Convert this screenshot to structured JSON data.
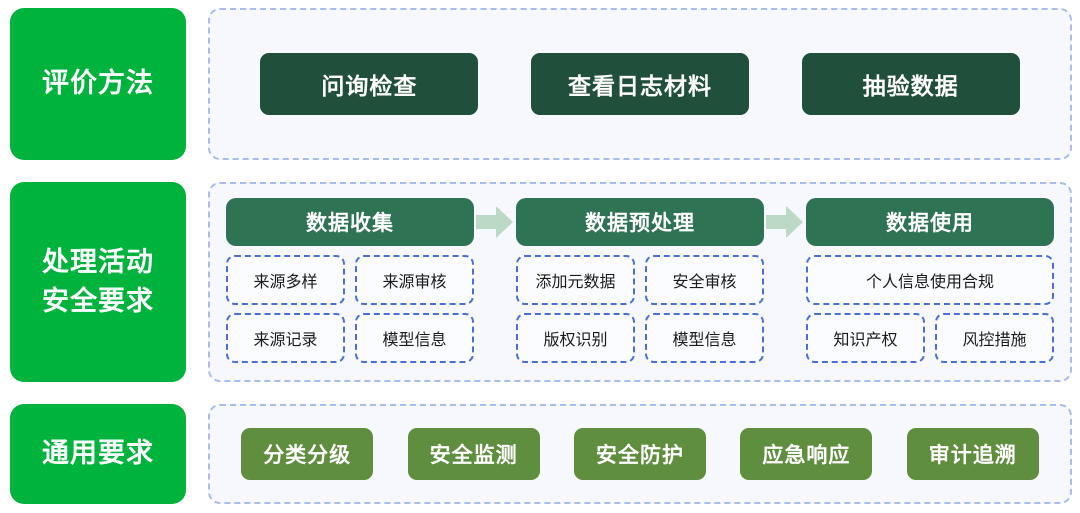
{
  "colors": {
    "label_green": "#00b33c",
    "chip_dark_green": "#20503c",
    "group_header_green": "#2f7355",
    "general_chip_green": "#5f8e3e",
    "arrow_green": "#bcd9c6",
    "panel_bg": "#f6f8fd",
    "panel_dash_border": "#a9bdea",
    "sub_chip_border": "#4a6fd6"
  },
  "rows": [
    {
      "id": "methods",
      "label_lines": [
        "评价方法"
      ],
      "chips": [
        {
          "label": "问询检查"
        },
        {
          "label": "查看日志材料"
        },
        {
          "label": "抽验数据"
        }
      ]
    },
    {
      "id": "processing",
      "label_lines": [
        "处理活动",
        "安全要求"
      ],
      "groups": [
        {
          "header": "数据收集",
          "items": [
            {
              "label": "来源多样",
              "span": "half"
            },
            {
              "label": "来源审核",
              "span": "half"
            },
            {
              "label": "来源记录",
              "span": "half"
            },
            {
              "label": "模型信息",
              "span": "half"
            }
          ]
        },
        {
          "header": "数据预处理",
          "items": [
            {
              "label": "添加元数据",
              "span": "half"
            },
            {
              "label": "安全审核",
              "span": "half"
            },
            {
              "label": "版权识别",
              "span": "half"
            },
            {
              "label": "模型信息",
              "span": "half"
            }
          ]
        },
        {
          "header": "数据使用",
          "items": [
            {
              "label": "个人信息使用合规",
              "span": "full"
            },
            {
              "label": "知识产权",
              "span": "half"
            },
            {
              "label": "风控措施",
              "span": "half"
            }
          ]
        }
      ],
      "arrows": 2
    },
    {
      "id": "general",
      "label_lines": [
        "通用要求"
      ],
      "chips": [
        {
          "label": "分类分级"
        },
        {
          "label": "安全监测"
        },
        {
          "label": "安全防护"
        },
        {
          "label": "应急响应"
        },
        {
          "label": "审计追溯"
        }
      ]
    }
  ]
}
